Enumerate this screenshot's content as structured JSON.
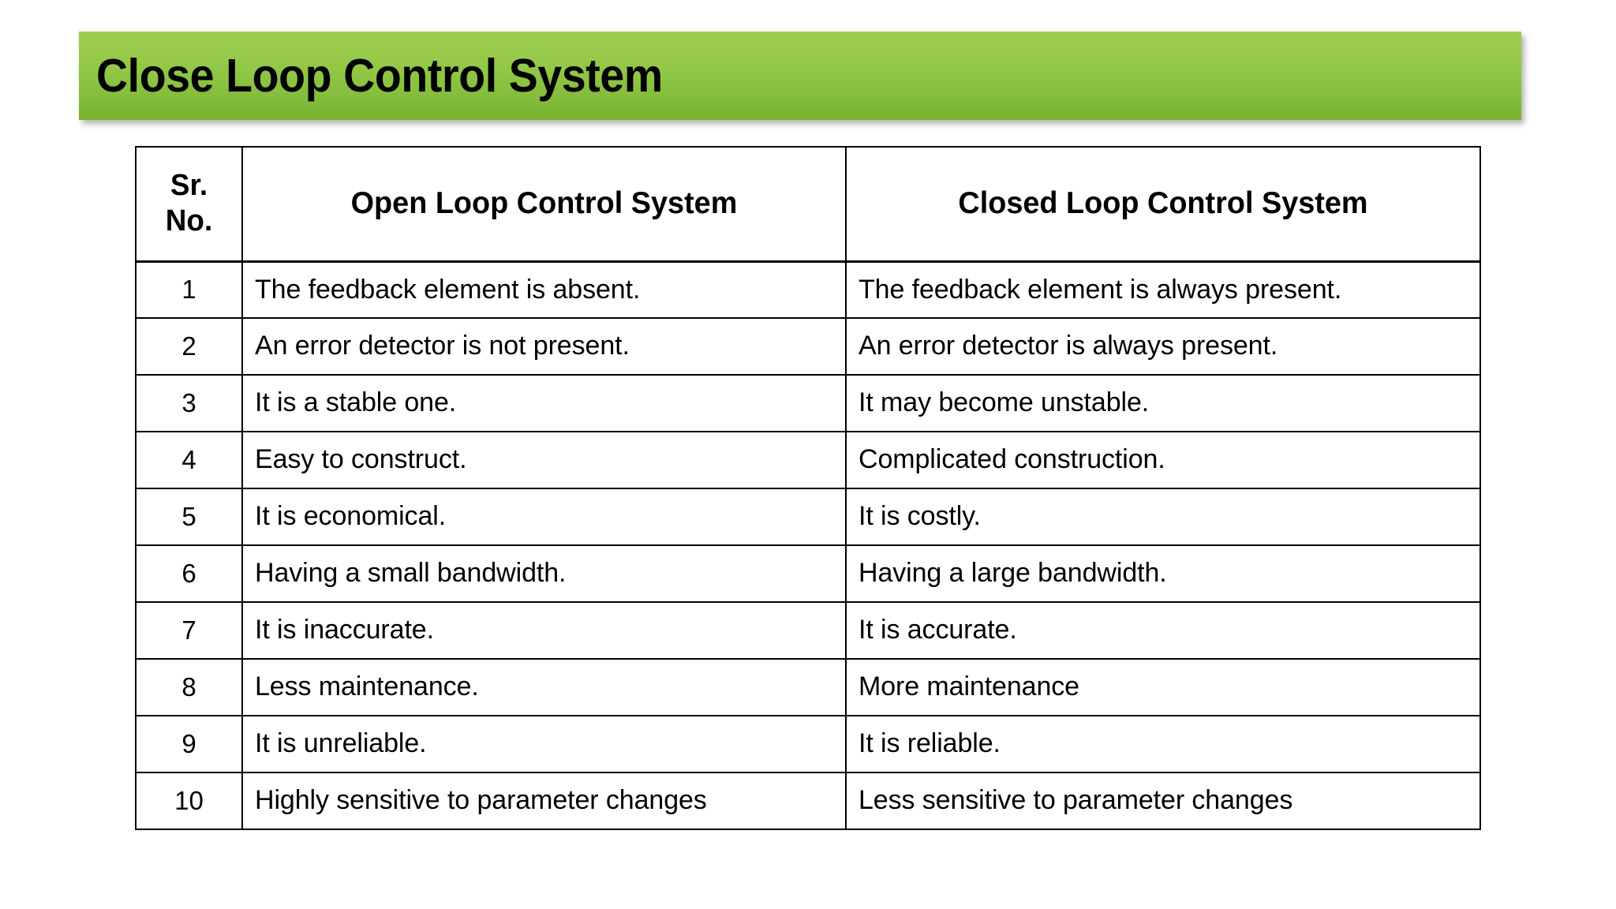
{
  "slide": {
    "title": "Close Loop Control System",
    "banner_color_top": "#9ECC52",
    "banner_color_bottom": "#78B22F",
    "background_color": "#FFFFFF",
    "text_color": "#000000",
    "border_color": "#000000"
  },
  "table": {
    "headers": {
      "sr_line1": "Sr.",
      "sr_line2": "No.",
      "open_loop": "Open Loop Control System",
      "closed_loop": "Closed Loop Control System"
    },
    "rows": [
      {
        "sr": "1",
        "open": "The feedback element is absent.",
        "closed": "The feedback element is always present."
      },
      {
        "sr": "2",
        "open": "An error detector is not present.",
        "closed": "An error detector is always present."
      },
      {
        "sr": "3",
        "open": "It is a stable one.",
        "closed": "It may become unstable."
      },
      {
        "sr": "4",
        "open": "Easy to construct.",
        "closed": "Complicated construction."
      },
      {
        "sr": "5",
        "open": "It is economical.",
        "closed": "It is costly."
      },
      {
        "sr": "6",
        "open": "Having a small bandwidth.",
        "closed": "Having a large bandwidth."
      },
      {
        "sr": "7",
        "open": "It is inaccurate.",
        "closed": "It is accurate."
      },
      {
        "sr": "8",
        "open": "Less maintenance.",
        "closed": "More maintenance"
      },
      {
        "sr": "9",
        "open": "It is unreliable.",
        "closed": "It is reliable."
      },
      {
        "sr": "10",
        "open": "Highly sensitive to parameter changes",
        "closed": "Less sensitive to parameter changes"
      }
    ]
  }
}
